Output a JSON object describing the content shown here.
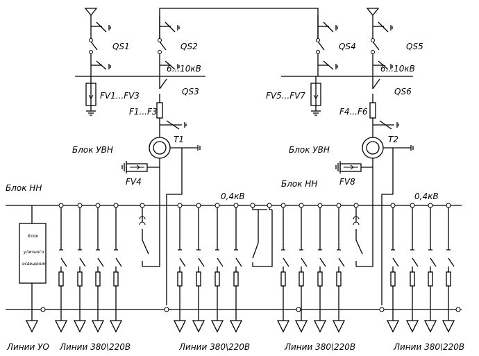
{
  "labels": {
    "qs1": "QS1",
    "qs2": "QS2",
    "qs3": "QS3",
    "qs4": "QS4",
    "qs5": "QS5",
    "qs6": "QS6",
    "fv_left": "FV1...FV3",
    "fv_right": "FV5...FV7",
    "voltage_hv_left": "6...10кВ",
    "voltage_hv_right": "6...10кВ",
    "fuse_left": "F1...F3",
    "fuse_right": "F4...F6",
    "t1": "T1",
    "t2": "T2",
    "block_hv_left": "Блок УВН",
    "block_hv_right": "Блок УВН",
    "fv4": "FV4",
    "fv8": "FV8",
    "block_lv_left": "Блок НН",
    "block_lv_right": "Блок НН",
    "voltage_lv_left": "0,4кВ",
    "voltage_lv_right": "0,4кВ",
    "street_block_line1": "Блок",
    "street_block_line2": "уличного",
    "street_block_line3": "освещения",
    "lines_uo": "Линии УО",
    "lines_1": "Линии 380\\220В",
    "lines_2": "Линии 380\\220В",
    "lines_3": "Линии 380\\220В",
    "lines_4": "Линии 380\\220В"
  }
}
